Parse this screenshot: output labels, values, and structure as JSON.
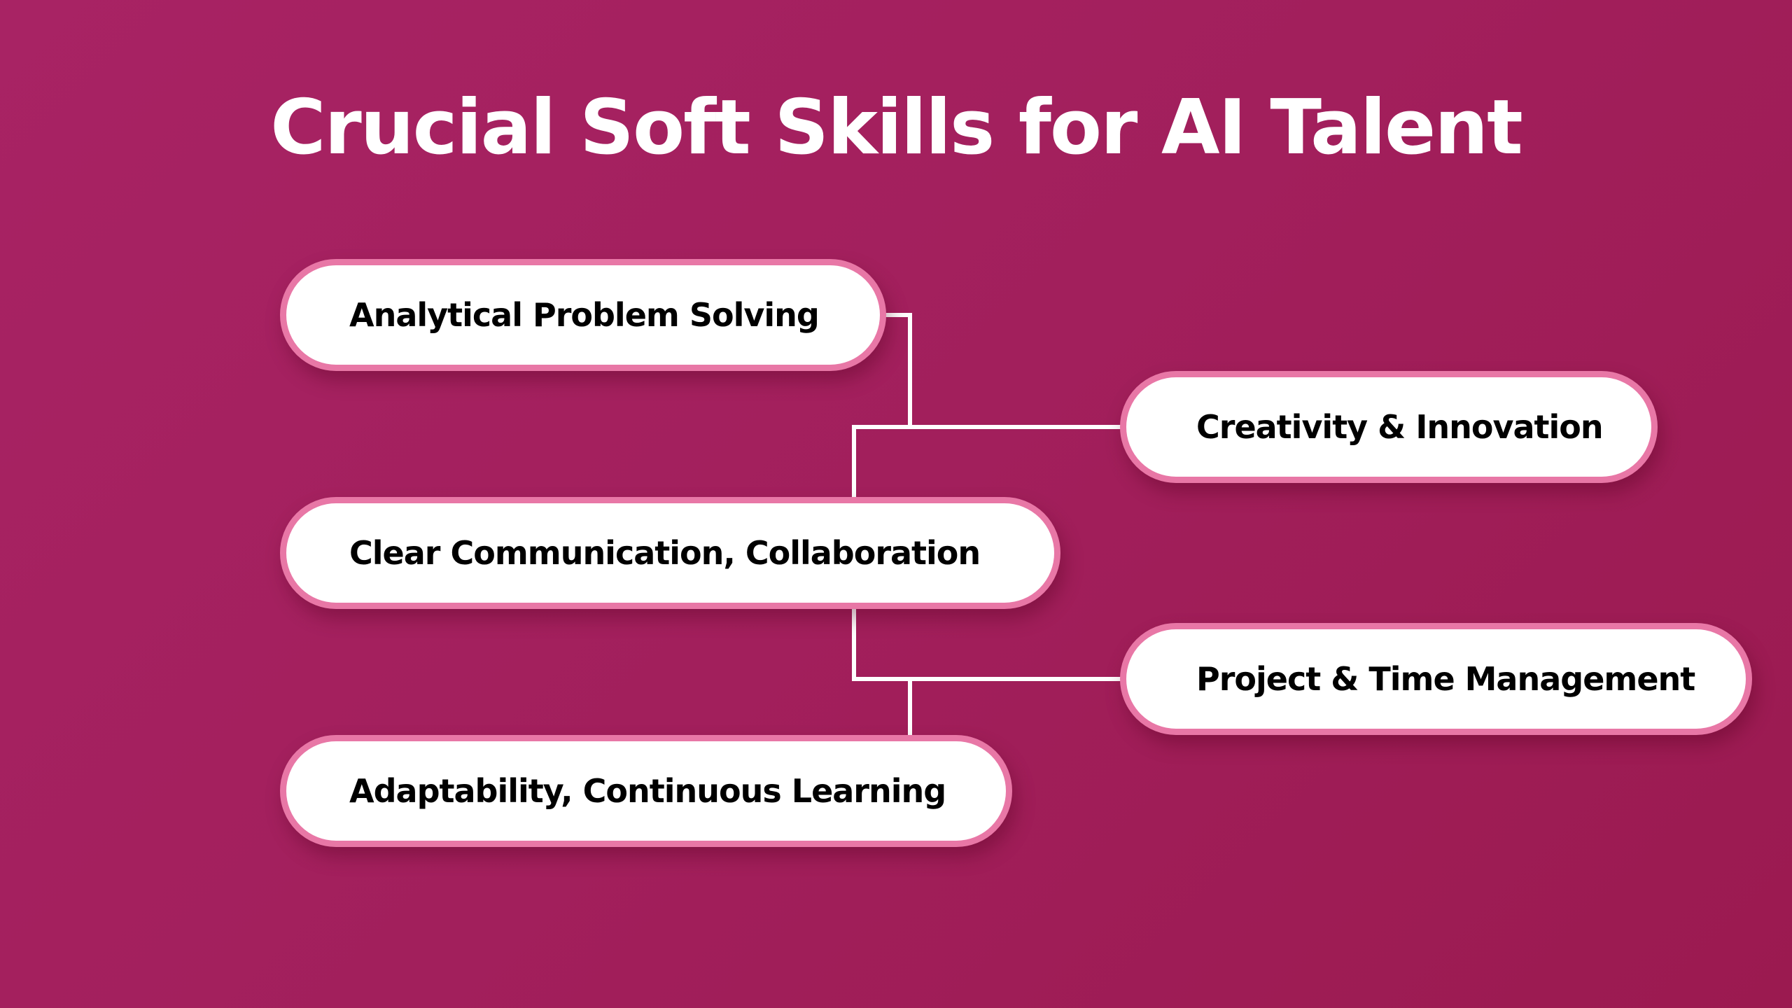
{
  "title": "Crucial Soft Skills for AI Talent",
  "colors": {
    "background_start": "#a82364",
    "background_end": "#9b1a50",
    "node_fill": "#ffffff",
    "node_border": "#e877a6",
    "connector": "#ffffff",
    "title_text": "#ffffff",
    "node_text": "#000000"
  },
  "nodes": [
    {
      "id": "analytical",
      "label": "Analytical Problem Solving",
      "column": "left"
    },
    {
      "id": "creativity",
      "label": "Creativity & Innovation",
      "column": "right"
    },
    {
      "id": "communication",
      "label": "Clear Communication, Collaboration",
      "column": "left"
    },
    {
      "id": "project",
      "label": "Project & Time Management",
      "column": "right"
    },
    {
      "id": "adaptability",
      "label": "Adaptability, Continuous Learning",
      "column": "left"
    }
  ],
  "edges": [
    {
      "from": "analytical",
      "to": "creativity"
    },
    {
      "from": "creativity",
      "to": "communication"
    },
    {
      "from": "communication",
      "to": "project"
    },
    {
      "from": "project",
      "to": "adaptability"
    }
  ]
}
